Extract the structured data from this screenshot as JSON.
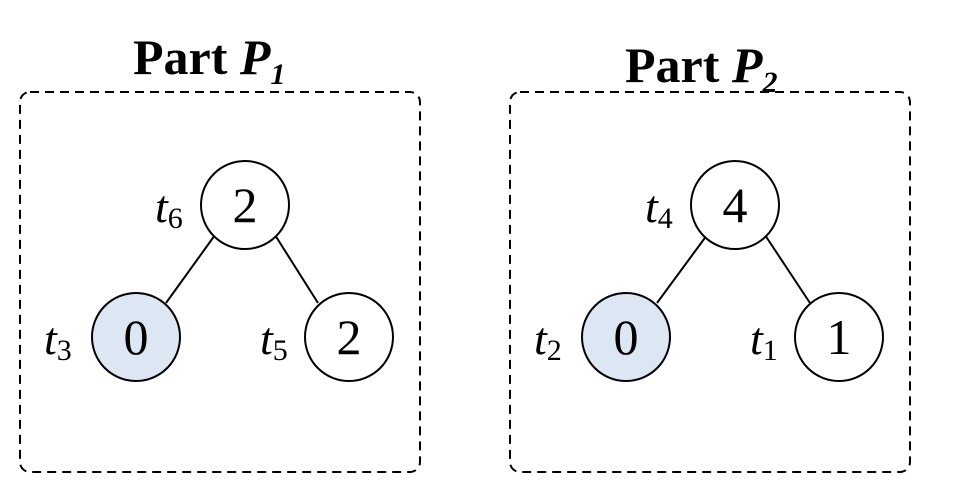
{
  "colors": {
    "highlight_fill": "#dce7f3",
    "node_fill": "#ffffff",
    "stroke": "#000000"
  },
  "parts": [
    {
      "title_word": "Part",
      "title_var": "P",
      "title_sub": "1",
      "nodes": [
        {
          "id": "t6",
          "label": "t",
          "sub": "6",
          "value": "2",
          "highlight": false
        },
        {
          "id": "t3",
          "label": "t",
          "sub": "3",
          "value": "0",
          "highlight": true
        },
        {
          "id": "t5",
          "label": "t",
          "sub": "5",
          "value": "2",
          "highlight": false
        }
      ],
      "edges": [
        [
          "t6",
          "t3"
        ],
        [
          "t6",
          "t5"
        ]
      ]
    },
    {
      "title_word": "Part",
      "title_var": "P",
      "title_sub": "2",
      "nodes": [
        {
          "id": "t4",
          "label": "t",
          "sub": "4",
          "value": "4",
          "highlight": false
        },
        {
          "id": "t2",
          "label": "t",
          "sub": "2",
          "value": "0",
          "highlight": true
        },
        {
          "id": "t1",
          "label": "t",
          "sub": "1",
          "value": "1",
          "highlight": false
        }
      ],
      "edges": [
        [
          "t4",
          "t2"
        ],
        [
          "t4",
          "t1"
        ]
      ]
    }
  ]
}
